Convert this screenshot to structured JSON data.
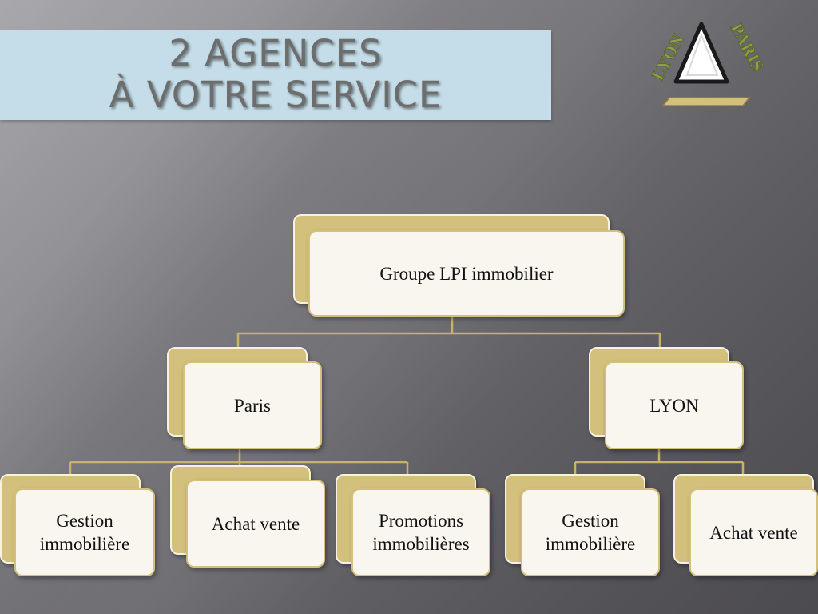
{
  "slide": {
    "title_line1": "2 AGENCES",
    "title_line2": "À VOTRE SERVICE"
  },
  "logo": {
    "left_text": "LYON",
    "right_text": "PARIS",
    "colors": {
      "gold": "#d2c07c",
      "green": "#7a8a3c",
      "white": "#ffffff"
    }
  },
  "org_chart": {
    "root": {
      "label": "Groupe LPI immobilier"
    },
    "branches": [
      {
        "label": "Paris",
        "children": [
          "Gestion\nimmobilière",
          "Achat vente",
          "Promotions\nimmobilières"
        ]
      },
      {
        "label": "LYON",
        "children": [
          "Gestion\nimmobilière",
          "Achat vente"
        ]
      }
    ]
  },
  "colors": {
    "title_band": "#c5dde8",
    "title_text": "#6d6d6d",
    "node_back": "#d2c07c",
    "node_front": "#f8f6ee",
    "connector": "#c8b36a"
  }
}
